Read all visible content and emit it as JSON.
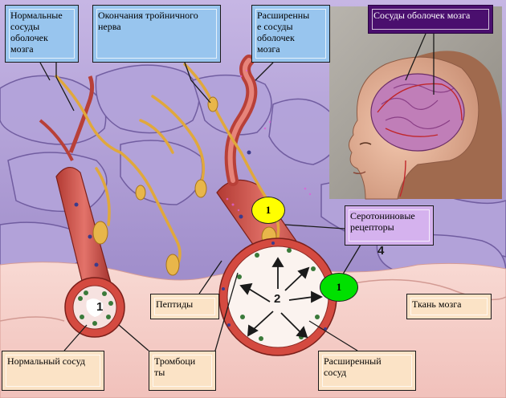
{
  "labels": {
    "normal_vessels": "Нормальные\nсосуды\nоболочек\nмозга",
    "trigeminal_endings": "Окончания тройничного\nнерва",
    "dilated_vessels": "Расширенны\nе сосуды\nоболочек\nмозга",
    "meningeal_vessels": "Сосуды оболочек мозга",
    "serotonin_receptors": "Серотониновые\nрецепторы",
    "peptides": "Пептиды",
    "brain_tissue": "Ткань мозга",
    "normal_vessel": "Нормальный сосуд",
    "platelets": "Тромбоци\nты",
    "dilated_vessel": "Расширенный\nсосуд"
  },
  "markers": {
    "receptor_yellow": "1",
    "receptor_green": "1",
    "normal_lumen": "1",
    "dilated_lumen": "2",
    "tissue_mark": "4"
  },
  "colors": {
    "label_blue": "#98c5ee",
    "label_peach": "#fbe3c6",
    "label_violet": "#d5b2ee",
    "label_dark": "#4a0f6e",
    "badge_yellow": "#ffff00",
    "badge_green": "#00e000"
  }
}
